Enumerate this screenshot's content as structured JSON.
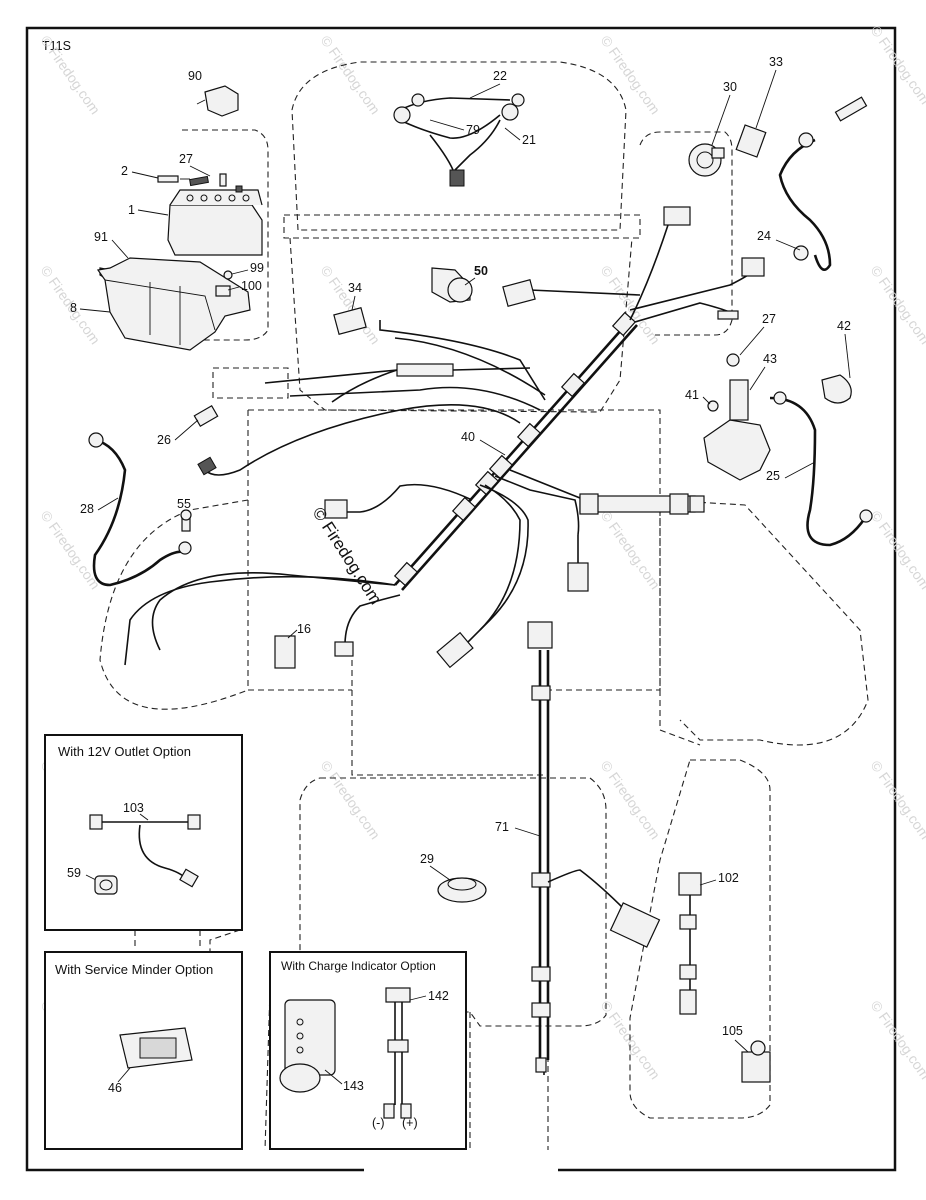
{
  "diagram_code": "T11S",
  "watermark": {
    "text": "© Firedog.com",
    "center_text": "© Firedog.com"
  },
  "part_numbers": {
    "p1": "1",
    "p2": "2",
    "p8": "8",
    "p16": "16",
    "p21": "21",
    "p22": "22",
    "p24": "24",
    "p25": "25",
    "p26": "26",
    "p27a": "27",
    "p27b": "27",
    "p28": "28",
    "p29": "29",
    "p30": "30",
    "p33": "33",
    "p34": "34",
    "p40": "40",
    "p41": "41",
    "p42": "42",
    "p43": "43",
    "p46": "46",
    "p50": "50",
    "p55": "55",
    "p59": "59",
    "p71": "71",
    "p79": "79",
    "p90": "90",
    "p91": "91",
    "p99": "99",
    "p100": "100",
    "p102": "102",
    "p103": "103",
    "p105": "105",
    "p142": "142",
    "p143": "143"
  },
  "insets": {
    "outlet": {
      "title": "With 12V Outlet Option"
    },
    "service_minder": {
      "title": "With Service Minder Option"
    },
    "charge_indicator": {
      "title": "With Charge Indicator Option",
      "minus": "(-)",
      "plus": "(+)"
    }
  },
  "colors": {
    "ink": "#111111",
    "watermark": "#d6d6d6",
    "background": "#ffffff"
  }
}
